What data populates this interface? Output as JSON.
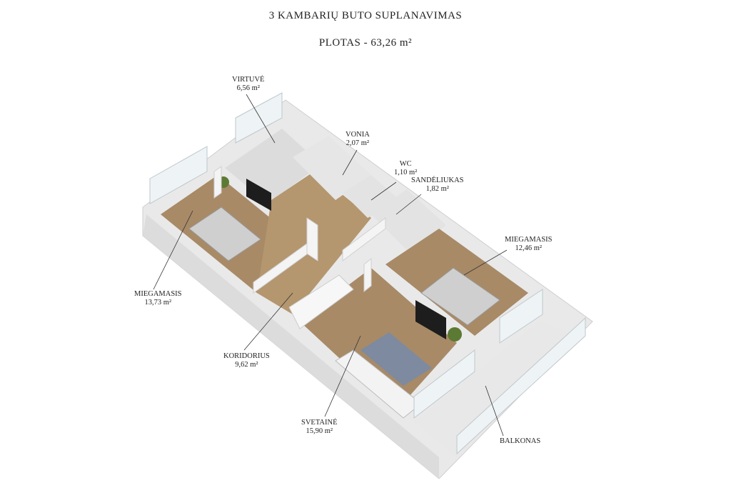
{
  "header": {
    "title": "3 KAMBARIŲ BUTO SUPLANAVIMAS",
    "area": "PLOTAS - 63,26 m²"
  },
  "rooms": [
    {
      "key": "virtuve",
      "name": "VIRTUVĖ",
      "area": "6,56 m²"
    },
    {
      "key": "vonia",
      "name": "VONIA",
      "area": "2,07 m²"
    },
    {
      "key": "wc",
      "name": "WC",
      "area": "1,10 m²"
    },
    {
      "key": "sandeliukas",
      "name": "SANDĖLIUKAS",
      "area": "1,82 m²"
    },
    {
      "key": "miegamasis2",
      "name": "MIEGAMASIS",
      "area": "12,46 m²"
    },
    {
      "key": "miegamasis1",
      "name": "MIEGAMASIS",
      "area": "13,73 m²"
    },
    {
      "key": "koridorius",
      "name": "KORIDORIUS",
      "area": "9,62 m²"
    },
    {
      "key": "svetaine",
      "name": "SVETAINĖ",
      "area": "15,90 m²"
    },
    {
      "key": "balkonas",
      "name": "BALKONAS",
      "area": ""
    }
  ],
  "colors": {
    "wall": "#f2f2f2",
    "wall_shadow": "#d9d9d9",
    "floor": "#a88a67",
    "tile": "#e6e6e6",
    "leader": "#333333"
  }
}
